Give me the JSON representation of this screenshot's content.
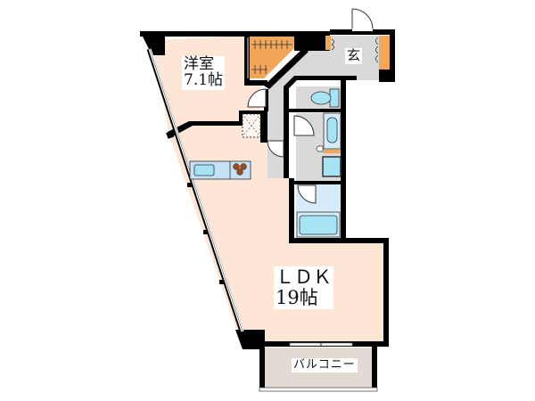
{
  "floor_plan": {
    "title": "",
    "rooms": [
      {
        "id": "youshitsu",
        "name": "洋室",
        "size": "7.1帖",
        "label": "洋室\n7.1帖"
      },
      {
        "id": "genkan",
        "name": "玄",
        "label": "玄"
      },
      {
        "id": "ldk",
        "name": "ＬＤＫ",
        "size": "19帖",
        "label": "ＬＤＫ\n19帖"
      },
      {
        "id": "balcony",
        "name": "バルコニー",
        "label": "バルコニー"
      }
    ],
    "fixtures": [
      "closet",
      "shoe-cabinet",
      "toilet",
      "washbasin",
      "washing-machine-pan",
      "bathtub",
      "kitchen-sink",
      "stove",
      "refrigerator-space"
    ],
    "colors": {
      "wall": "#000000",
      "room_floor": "#fde6d6",
      "corridor_floor": "#d9d9d9",
      "wet_area": "#d6ecfa",
      "fixture_blue": "#a6e3f5",
      "storage_orange": "#f2a65a",
      "balcony_floor": "#e2dbd3",
      "stove_brown": "#9a4a1a"
    }
  }
}
